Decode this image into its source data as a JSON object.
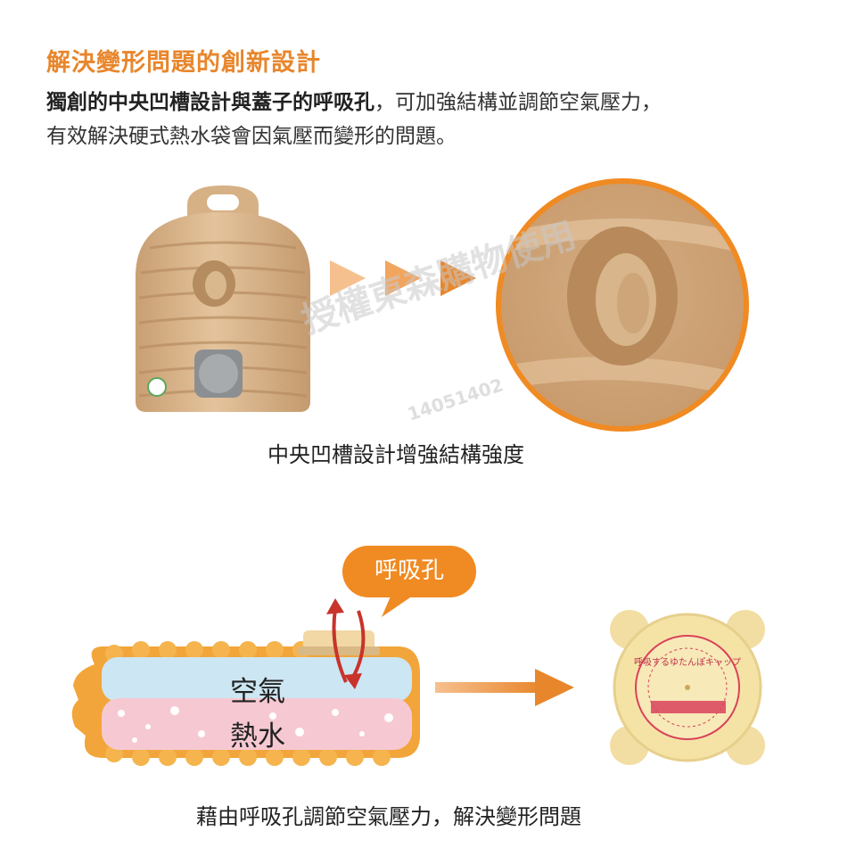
{
  "heading": "解決變形問題的創新設計",
  "description": {
    "bold_part": "獨創的中央凹槽設計與蓋子的呼吸孔",
    "rest_part": "，可加強結構並調節空氣壓力，",
    "line2": "有效解決硬式熱水袋會因氣壓而變形的問題。"
  },
  "watermark": {
    "text": "授權東森購物使用",
    "code": "14051402"
  },
  "caption_top": "中央凹槽設計增強結構強度",
  "callout": "呼吸孔",
  "bottle_labels": {
    "air": "空氣",
    "water": "熱水"
  },
  "cap_text": "呼吸するゆたんぽキャップ",
  "caption_bottom": "藉由呼吸孔調節空氣壓力，解決變形問題",
  "colors": {
    "accent": "#e8862c",
    "bottle_beige": "#d8b48c",
    "bottle_orange": "#f2a53a",
    "air_blue": "#cde6f3",
    "water_pink": "#f6c9d2",
    "cap_yellow": "#f5e3a6",
    "arrow_red": "#c8332a"
  },
  "icons": [
    "triangle-arrow-icon",
    "right-arrow-icon",
    "up-arrow-icon",
    "down-arrow-icon"
  ]
}
